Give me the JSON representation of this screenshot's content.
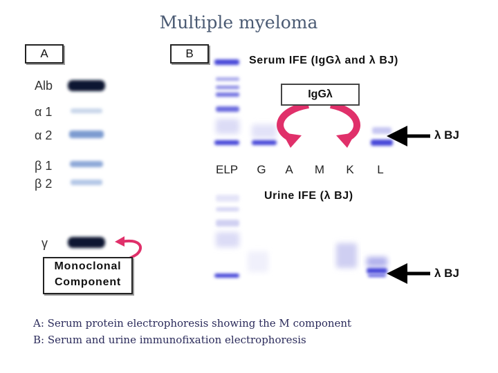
{
  "title": "Multiple myeloma",
  "panelA": {
    "label": "A",
    "fractions": [
      "Alb",
      "α 1",
      "α 2",
      "β 1",
      "β 2",
      "γ"
    ],
    "component_label_line1": "Monoclonal",
    "component_label_line2": "Component"
  },
  "panelB": {
    "label": "B",
    "serum_header": "Serum IFE (IgGλ and λ BJ)",
    "igg_label": "IgGλ",
    "lanes": [
      "ELP",
      "G",
      "A",
      "M",
      "K",
      "L"
    ],
    "urine_header": "Urine IFE (λ BJ)",
    "bj_serum": "λ BJ",
    "bj_urine": "λ BJ"
  },
  "captions": [
    "A: Serum protein electrophoresis showing the M component",
    "B: Serum and urine immunofixation electrophoresis"
  ],
  "colors": {
    "title": "#4a5a73",
    "band": "#4646d8",
    "dark_band": "#101a3c",
    "arrow_pink": "#e0306a"
  }
}
